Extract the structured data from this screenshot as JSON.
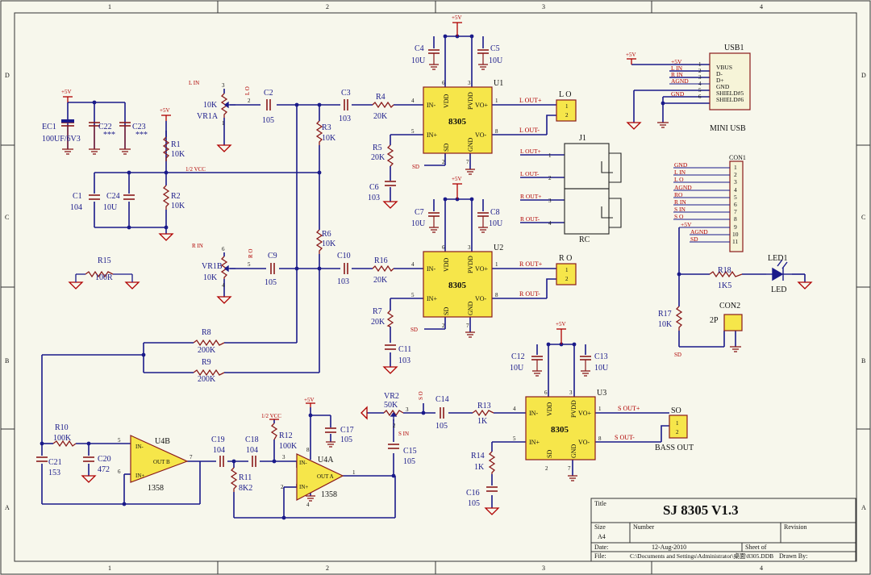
{
  "title_block": {
    "title_label": "Title",
    "title": "SJ 8305 V1.3",
    "size_label": "Size",
    "size": "A4",
    "number_label": "Number",
    "revision_label": "Revision",
    "date_label": "Date:",
    "date": "12-Aug-2010",
    "sheet_label": "Sheet    of",
    "file_label": "File:",
    "file": "C:\\Documents and Settings\\Administrator\\桌面\\8305.DDB",
    "drawn_label": "Drawn By:"
  },
  "border": {
    "cols": [
      "1",
      "2",
      "3",
      "4"
    ],
    "rows": [
      "D",
      "C",
      "B",
      "A"
    ]
  },
  "chips": [
    {
      "ref": "U1",
      "part": "8305",
      "pins": [
        "IN-",
        "VDD",
        "PVDD",
        "VO+",
        "IN+",
        "GND",
        "SD",
        "VO-"
      ],
      "nums": [
        "4",
        "6",
        "1",
        "5",
        "3",
        "8",
        "2",
        "7"
      ],
      "out_plus": "L OUT+",
      "out_minus": "L OUT-"
    },
    {
      "ref": "U2",
      "part": "8305",
      "pins": [
        "IN-",
        "VDD",
        "PVDD",
        "VO+",
        "IN+",
        "GND",
        "SD",
        "VO-"
      ],
      "nums": [
        "4",
        "6",
        "1",
        "5",
        "3",
        "8",
        "2",
        "7"
      ],
      "out_plus": "R OUT+",
      "out_minus": "R OUT-"
    },
    {
      "ref": "U3",
      "part": "8305",
      "pins": [
        "IN-",
        "VDD",
        "PVDD",
        "VO+",
        "IN+",
        "GND",
        "SD",
        "VO-"
      ],
      "nums": [
        "4",
        "6",
        "1",
        "5",
        "3",
        "8",
        "2",
        "7"
      ],
      "out_plus": "S OUT+",
      "out_minus": "S OUT-"
    }
  ],
  "opamps": [
    {
      "ref": "U4B",
      "part": "1358",
      "in_minus": "IN-",
      "in_plus": "IN+",
      "out": "OUT B"
    },
    {
      "ref": "U4A",
      "part": "1358",
      "in_minus": "IN-",
      "in_plus": "IN+",
      "out": "OUT A"
    }
  ],
  "parts": {
    "EC1": "EC1",
    "EC1v": "100UF/6V3",
    "C22": "C22",
    "C22v": "***",
    "C23": "C23",
    "C23v": "***",
    "R1": "R1",
    "R1v": "10K",
    "R2": "R2",
    "R2v": "10K",
    "C1": "C1",
    "C1v": "104",
    "C24": "C24",
    "C24v": "10U",
    "VR1A": "VR1A",
    "VR1Av": "10K",
    "VR1B": "VR1B",
    "VR1Bv": "10K",
    "C2": "C2",
    "C2v": "105",
    "C3": "C3",
    "C3v": "103",
    "R3": "R3",
    "R3v": "10K",
    "R4": "R4",
    "R4v": "20K",
    "R5": "R5",
    "R5v": "20K",
    "C6": "C6",
    "C6v": "103",
    "C4": "C4",
    "C4v": "10U",
    "C5": "C5",
    "C5v": "10U",
    "C7": "C7",
    "C7v": "10U",
    "C8": "C8",
    "C8v": "10U",
    "C9": "C9",
    "C9v": "105",
    "C10": "C10",
    "C10v": "103",
    "R6": "R6",
    "R6v": "10K",
    "R16": "R16",
    "R16v": "20K",
    "R7": "R7",
    "R7v": "20K",
    "C11": "C11",
    "C11v": "103",
    "R15": "R15",
    "R15v": "100R",
    "R8": "R8",
    "R8v": "200K",
    "R9": "R9",
    "R9v": "200K",
    "R10": "R10",
    "R10v": "100K",
    "C20": "C20",
    "C20v": "472",
    "C21": "C21",
    "C21v": "153",
    "C19": "C19",
    "C19v": "104",
    "C18": "C18",
    "C18v": "104",
    "R11": "R11",
    "R11v": "8K2",
    "R12": "R12",
    "R12v": "100K",
    "C17": "C17",
    "C17v": "105",
    "VR2": "VR2",
    "VR2v": "50K",
    "C15": "C15",
    "C15v": "105",
    "C14": "C14",
    "C14v": "105",
    "R13": "R13",
    "R13v": "1K",
    "R14": "R14",
    "R14v": "1K",
    "C16": "C16",
    "C16v": "105",
    "C12": "C12",
    "C12v": "10U",
    "C13": "C13",
    "C13v": "10U",
    "R18": "R18",
    "R18v": "1K5",
    "R17": "R17",
    "R17v": "10K",
    "LED1": "LED1",
    "LEDv": "LED",
    "CON2": "CON2",
    "CON2v": "2P",
    "J1": "J1",
    "RC": "RC",
    "USB1": "USB1",
    "USBv": "MINI USB",
    "CON1": "CON1",
    "LO": "L O",
    "RO": "R O",
    "SO": "SO",
    "BASS": "BASS OUT"
  },
  "nets": {
    "p5v": "+5V",
    "half": "1/2 VCC",
    "lin": "L IN",
    "rin": "R IN",
    "sd": "SD",
    "sin": "S IN",
    "lo": "L O",
    "ro": "R O",
    "so": "S O"
  },
  "usb_pins": [
    {
      "n": "1",
      "name": "VBUS",
      "net": "+5V"
    },
    {
      "n": "2",
      "name": "D-",
      "net": "L IN"
    },
    {
      "n": "3",
      "name": "D+",
      "net": "R IN"
    },
    {
      "n": "4",
      "name": "GND",
      "net": "AGND"
    },
    {
      "n": "5",
      "name": "SHIELD#5",
      "net": "GND"
    },
    {
      "n": "6",
      "name": "SHIELD#6",
      "net": ""
    }
  ],
  "con1_pins": [
    {
      "n": "1",
      "net": "GND"
    },
    {
      "n": "2",
      "net": "L IN"
    },
    {
      "n": "3",
      "net": "L O"
    },
    {
      "n": "4",
      "net": "AGND"
    },
    {
      "n": "5",
      "net": "RO"
    },
    {
      "n": "6",
      "net": "R IN"
    },
    {
      "n": "7",
      "net": "S IN"
    },
    {
      "n": "8",
      "net": "S O"
    },
    {
      "n": "9",
      "net": "+5V"
    },
    {
      "n": "10",
      "net": "AGND"
    },
    {
      "n": "11",
      "net": "SD"
    }
  ],
  "j1_nets": [
    {
      "n": "1",
      "net": "L OUT+"
    },
    {
      "n": "2",
      "net": "L OUT-"
    },
    {
      "n": "3",
      "net": "R OUT+"
    },
    {
      "n": "4",
      "net": "R OUT-"
    }
  ]
}
